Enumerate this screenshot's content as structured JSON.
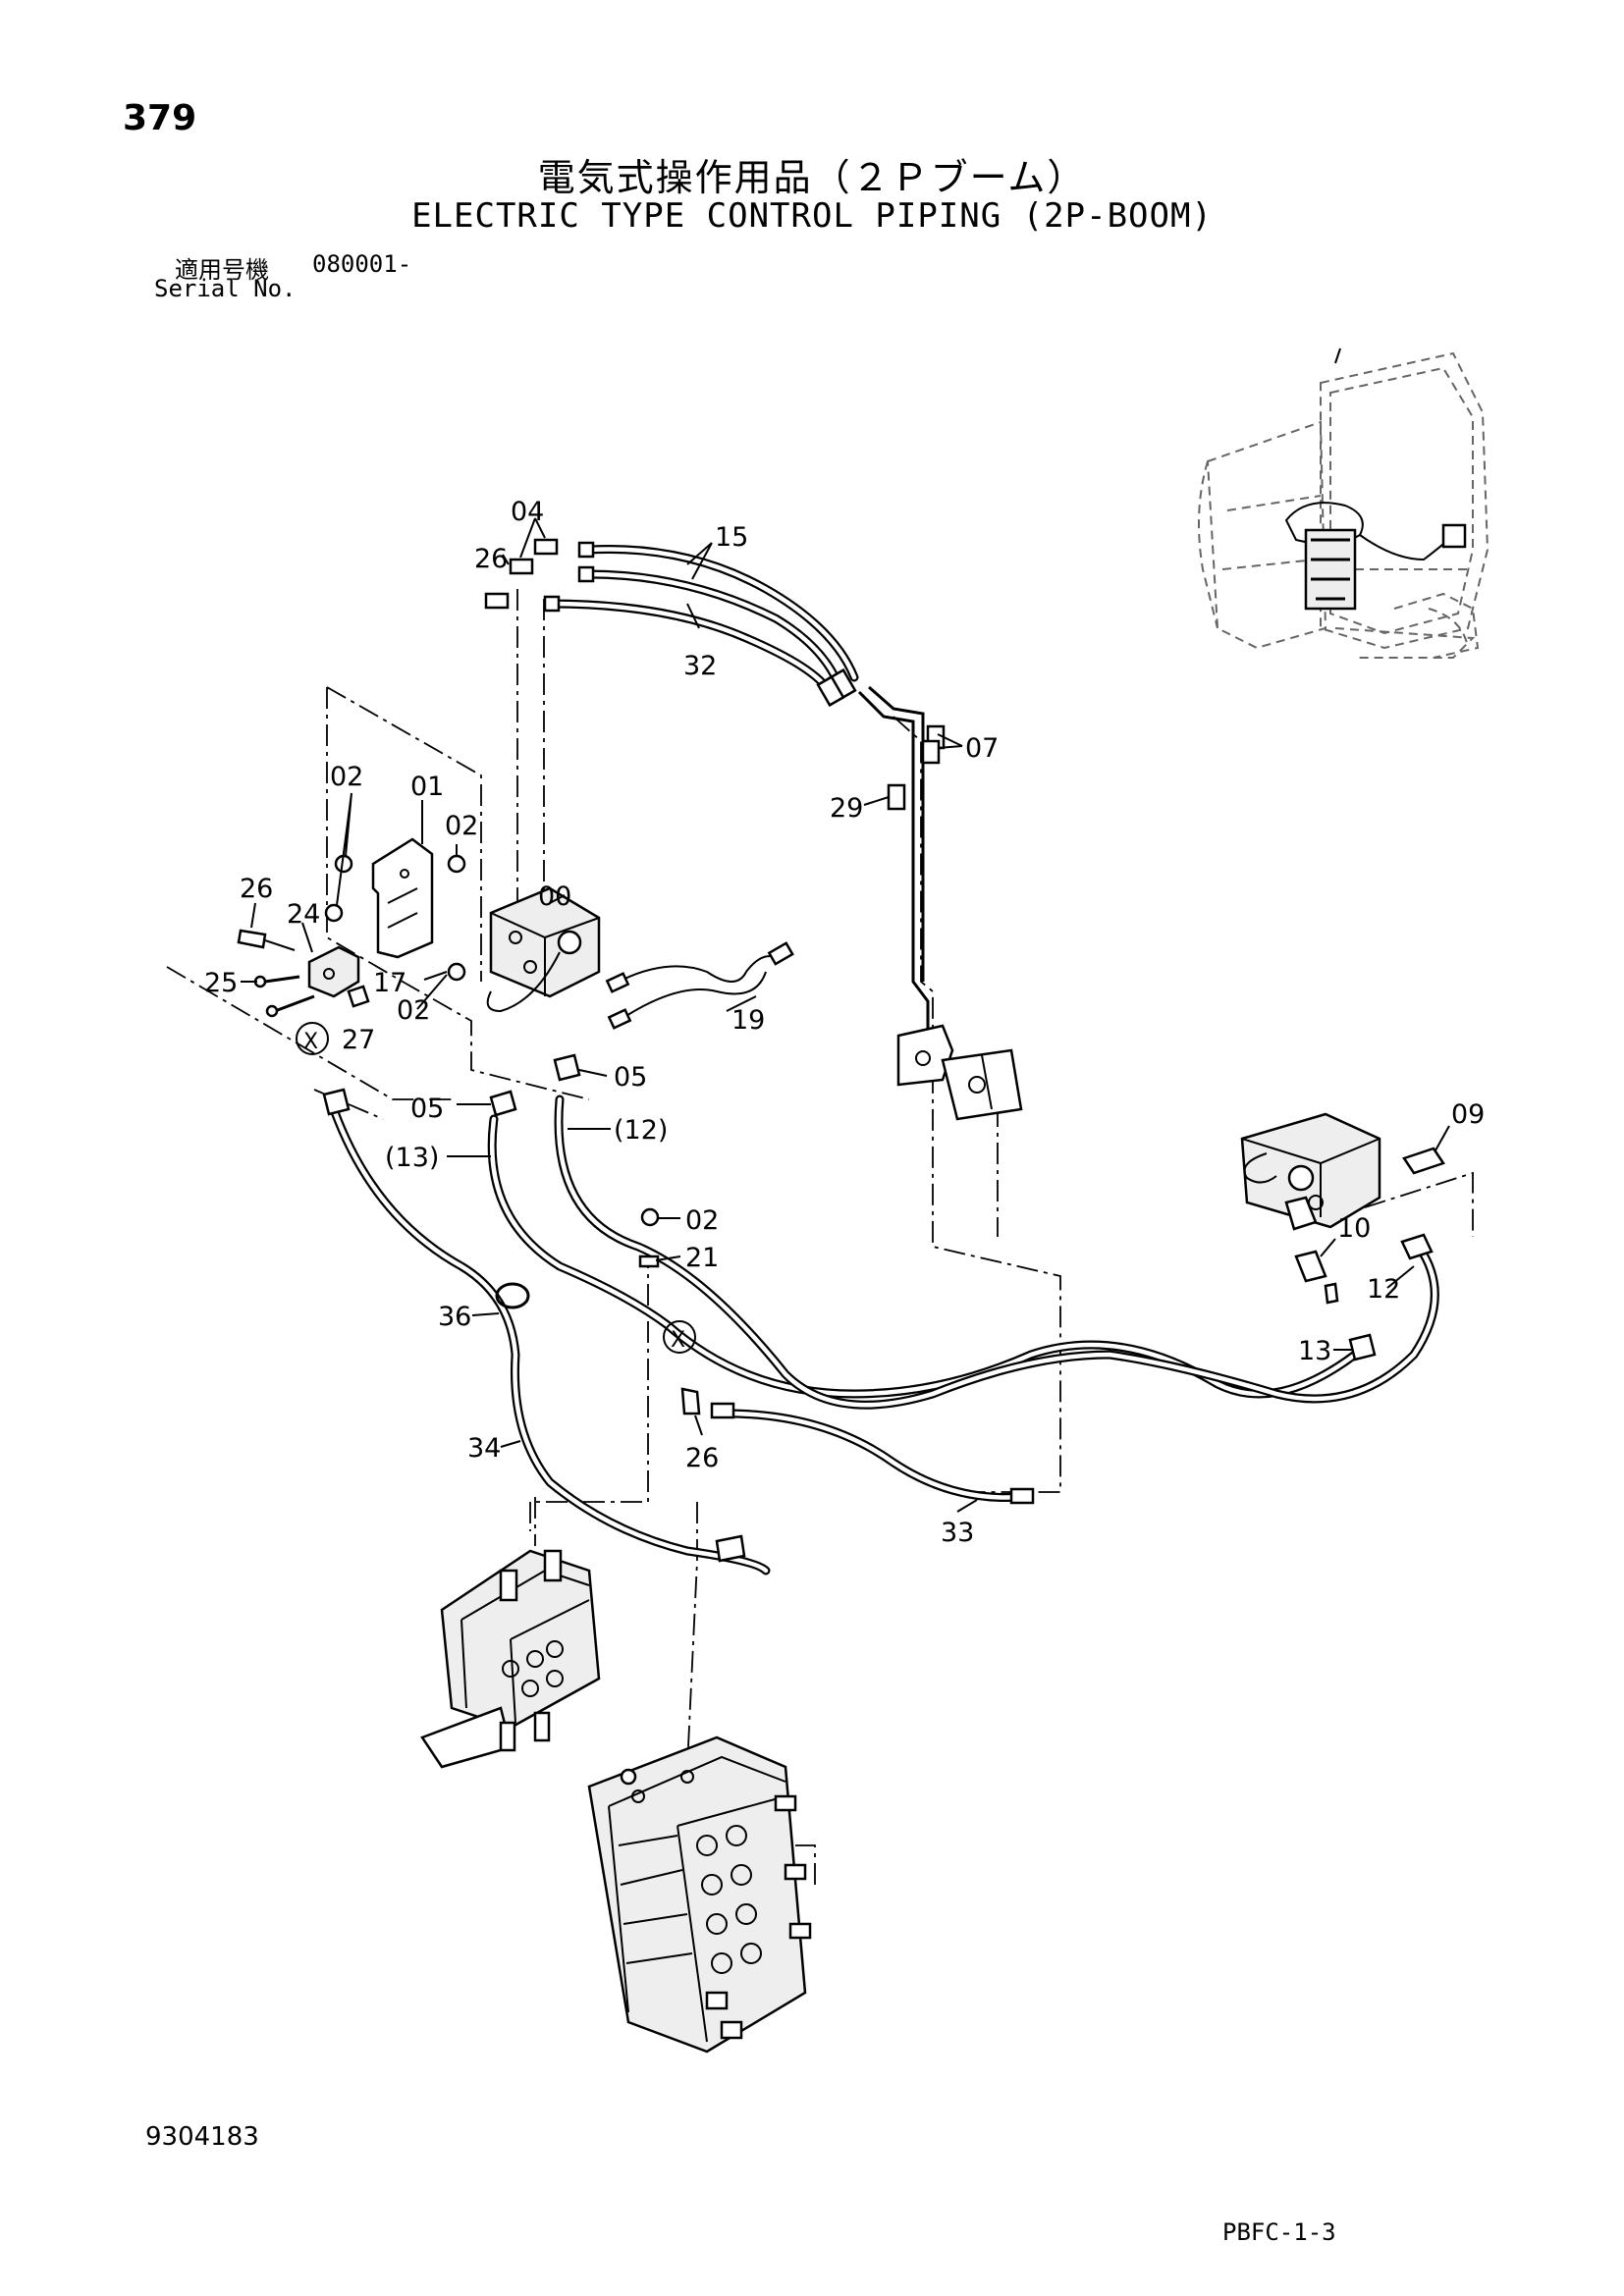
{
  "page": {
    "number": "379",
    "title_jp": "電気式操作用品（２Ｐブーム）",
    "title_en": "ELECTRIC TYPE CONTROL PIPING (2P-BOOM)",
    "serial_label_jp": "適用号機",
    "serial_number": "080001-",
    "serial_label_en": "Serial No.",
    "document_id": "9304183",
    "footer_code": "PBFC-1-3"
  },
  "callouts": {
    "c00": "00",
    "c01": "01",
    "c02a": "02",
    "c02b": "02",
    "c02c": "02",
    "c02d": "02",
    "c04": "04",
    "c05a": "05",
    "c05b": "05",
    "c07": "07",
    "c09": "09",
    "c10": "10",
    "c12": "12",
    "c12p": "(12)",
    "c13": "13",
    "c13p": "(13)",
    "c15": "15",
    "c17": "17",
    "c19": "19",
    "c21": "21",
    "c24": "24",
    "c25": "25",
    "c26a": "26",
    "c26b": "26",
    "c26c": "26",
    "c27": "27",
    "c29": "29",
    "c32": "32",
    "c33": "33",
    "c34": "34",
    "c36": "36",
    "x_mark": "X"
  }
}
